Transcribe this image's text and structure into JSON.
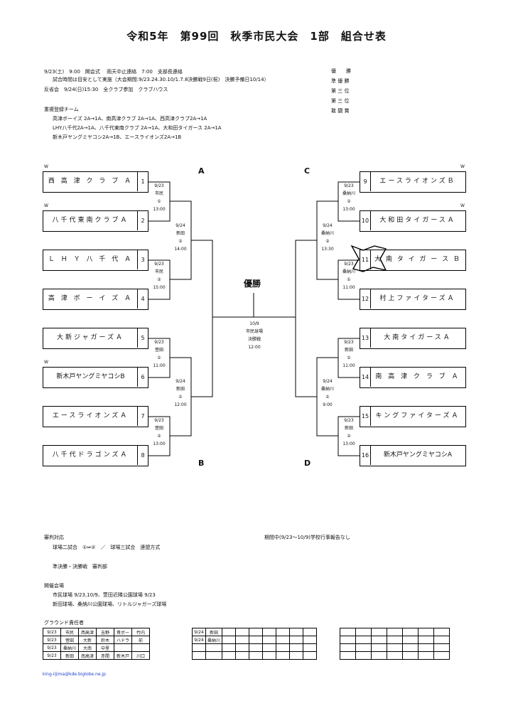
{
  "title": "令和5年　第99回　秋季市民大会　1部　組合せ表",
  "notes": {
    "line1": "9/23(土)　9:00　開会式　 雨天中止連絡　7:00　支部長連絡",
    "line2": "試合時間は目安として実施（大会期間:9/23.24.30.10/1.7.8決勝戦9日(祝)　決勝予備日10/14）",
    "line3": "反省会　9/24(日)15:30　全クラブ参加　クラブハウス",
    "dup_heading": "重複登録チーム",
    "dup1": "高津ボーイズ 2A→1A、南高津クラブ 2A→1A、西高津クラブ2A→1A",
    "dup2": "LHY八千代2A→1A、八千代東南クラブ 2A→1A、大和田タイガース 2A→1A",
    "dup3": "新木戸ヤングミヤコシ2A→1B、エースライオンズ2A→1B"
  },
  "awards": [
    "優　　勝",
    "準 優 勝",
    "第 三 位",
    "第 三 位",
    "敢 闘 賞"
  ],
  "zones": {
    "a": "A",
    "b": "B",
    "c": "C",
    "d": "D"
  },
  "w_mark": "W",
  "winner_label": "優勝",
  "final": {
    "date": "10/9",
    "venue": "市民球場",
    "round": "決勝戦",
    "time": "12:00"
  },
  "teams_left": [
    {
      "num": "1",
      "name": "西 高 津 ク ラ ブ Ａ"
    },
    {
      "num": "2",
      "name": "八千代東南クラブＡ"
    },
    {
      "num": "3",
      "name": "Ｌ Ｈ Ｙ 八 千 代 Ａ"
    },
    {
      "num": "4",
      "name": "高 津 ボ ー イ ズ Ａ"
    },
    {
      "num": "5",
      "name": "大新ジャガーズＡ"
    },
    {
      "num": "6",
      "name": "新木戸ヤングミヤコシB"
    },
    {
      "num": "7",
      "name": "エースライオンズＡ"
    },
    {
      "num": "8",
      "name": "八千代ドラゴンズＡ"
    }
  ],
  "teams_right": [
    {
      "num": "9",
      "name": "エースライオンズＢ"
    },
    {
      "num": "10",
      "name": "大和田タイガースＡ"
    },
    {
      "num": "11",
      "name": "大 南 タ イ ガ ー ス Ｂ"
    },
    {
      "num": "12",
      "name": "村上ファイターズＡ"
    },
    {
      "num": "13",
      "name": "大南タイガースＡ"
    },
    {
      "num": "14",
      "name": "南 高 津 ク ラ ブ Ａ"
    },
    {
      "num": "15",
      "name": "キングファイターズＡ"
    },
    {
      "num": "16",
      "name": "新木戸ヤングミヤコシA"
    }
  ],
  "games": {
    "l1": {
      "date": "9/23",
      "venue": "市民",
      "no": "①",
      "time": "13:00"
    },
    "l2": {
      "date": "9/23",
      "venue": "市民",
      "no": "②",
      "time": "15:00"
    },
    "l3": {
      "date": "9/23",
      "venue": "萱田",
      "no": "①",
      "time": "11:00"
    },
    "l4": {
      "date": "9/23",
      "venue": "萱田",
      "no": "②",
      "time": "13:00"
    },
    "lA": {
      "date": "9/24",
      "venue": "新田",
      "no": "②",
      "time": "14:00"
    },
    "lB": {
      "date": "9/24",
      "venue": "新田",
      "no": "①",
      "time": "12:00"
    },
    "r1": {
      "date": "9/23",
      "venue": "桑納川",
      "no": "②",
      "time": "13:00"
    },
    "r2": {
      "date": "9/23",
      "venue": "桑納川",
      "no": "①",
      "time": "11:00"
    },
    "r3": {
      "date": "9/23",
      "venue": "新田",
      "no": "①",
      "time": "11:00"
    },
    "r4": {
      "date": "9/23",
      "venue": "新田",
      "no": "②",
      "time": "13:00"
    },
    "rC": {
      "date": "9/24",
      "venue": "桑納川",
      "no": "②",
      "time": "13:30"
    },
    "rD": {
      "date": "9/24",
      "venue": "桑納川",
      "no": "①",
      "time": "9:00"
    }
  },
  "bottom": {
    "ref_heading": "審判対応",
    "ref1": "球場二試合　①⇔②　／　球場三試合　連盟方式",
    "ref2": "準決勝・決勝戦　審判部",
    "period_note": "期間中(9/23〜10/9)学校行事報告なし",
    "venue_heading": "開催会場",
    "venue1": "市民球場 9/23,10/9、萱田近隣公園球場 9/23",
    "venue2": "新田球場、桑納川公園球場、リトルジャガーズ球場",
    "ground_heading": "グラウンド責任者",
    "email": "king-iijima@kde.biglobe.ne.jp"
  },
  "ground_table1": [
    [
      "9/23",
      "市民",
      "西高津",
      "吉野",
      "貴ボー",
      "竹内"
    ],
    [
      "9/23",
      "萱田",
      "大新",
      "鈴木",
      "ハドラ",
      "前"
    ],
    [
      "9/23",
      "桑納川",
      "大南",
      "中里",
      "",
      ""
    ],
    [
      "9/23",
      "新田",
      "南高津",
      "赤間",
      "新木戸",
      "川口"
    ]
  ],
  "ground_table2": [
    [
      "9/24",
      "新田",
      "",
      "",
      "",
      "",
      "",
      "",
      ""
    ],
    [
      "9/24",
      "桑納川",
      "",
      "",
      "",
      "",
      "",
      "",
      ""
    ],
    [
      "",
      "",
      "",
      "",
      "",
      "",
      "",
      "",
      ""
    ],
    [
      "",
      "",
      "",
      "",
      "",
      "",
      "",
      "",
      ""
    ]
  ],
  "ground_table3": [
    [
      "",
      "",
      "",
      "",
      "",
      "",
      ""
    ],
    [
      "",
      "",
      "",
      "",
      "",
      "",
      ""
    ],
    [
      "",
      "",
      "",
      "",
      "",
      "",
      ""
    ],
    [
      "",
      "",
      "",
      "",
      "",
      "",
      ""
    ]
  ]
}
